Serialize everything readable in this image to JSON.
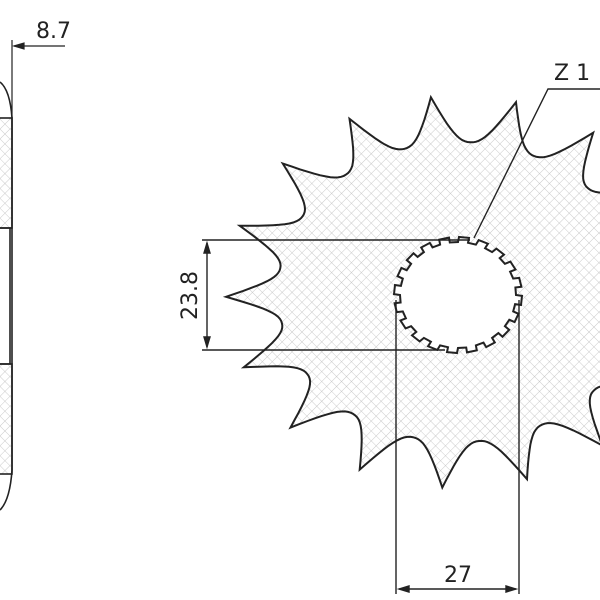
{
  "dimensions": {
    "thickness": "8.7",
    "hub_height": "23.8",
    "bore_width": "27",
    "teeth_label": "Z 1"
  },
  "colors": {
    "line": "#222222",
    "hatch": "#b8b8b8",
    "background": "#ffffff"
  }
}
